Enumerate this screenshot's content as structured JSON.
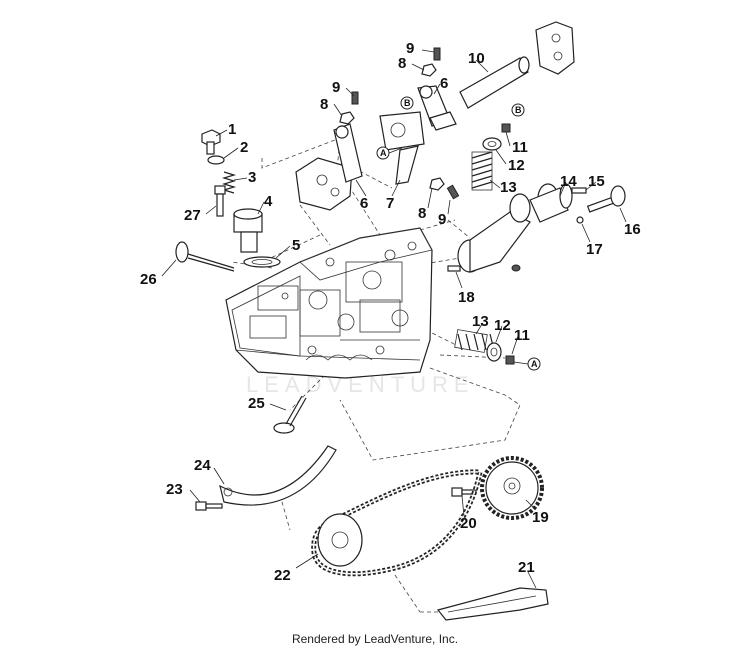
{
  "watermark": "LEADVENTURE",
  "credit": "Rendered by LeadVenture, Inc.",
  "reference_letters": {
    "a": "A",
    "b": "B"
  },
  "callouts": {
    "c1": "1",
    "c2": "2",
    "c3": "3",
    "c4": "4",
    "c5": "5",
    "c6a": "6",
    "c6b": "6",
    "c7": "7",
    "c8a": "8",
    "c8b": "8",
    "c8c": "8",
    "c9a": "9",
    "c9b": "9",
    "c9c": "9",
    "c10": "10",
    "c11a": "11",
    "c11b": "11",
    "c12a": "12",
    "c12b": "12",
    "c13a": "13",
    "c13b": "13",
    "c14": "14",
    "c15": "15",
    "c16": "16",
    "c17": "17",
    "c18": "18",
    "c19": "19",
    "c20": "20",
    "c21": "21",
    "c22": "22",
    "c23": "23",
    "c24": "24",
    "c25": "25",
    "c26": "26",
    "c27": "27"
  }
}
